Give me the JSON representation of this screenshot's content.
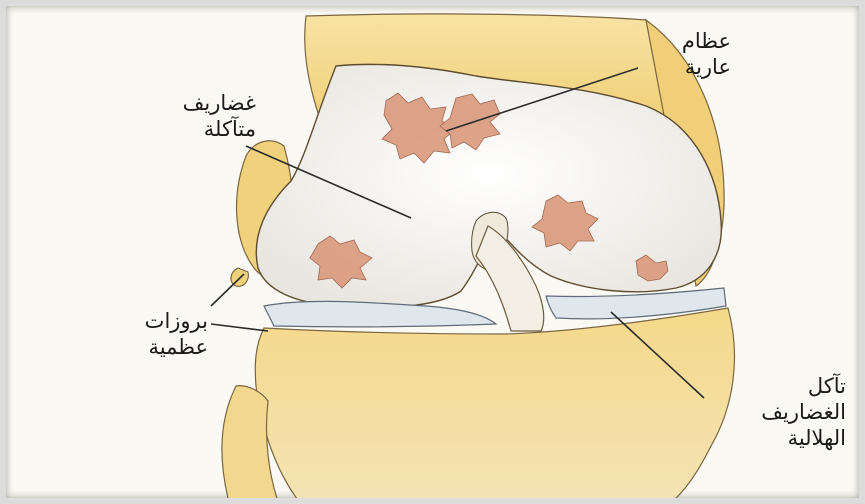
{
  "labels": {
    "bare_bone": [
      "عظام",
      "عارية"
    ],
    "eroded_cartilage": [
      "غضاريف",
      "متآكلة"
    ],
    "osteophytes": [
      "بروزات",
      "عظمية"
    ],
    "meniscus_erosion": [
      "تآكل",
      "الغضاريف",
      "الهلالية"
    ]
  },
  "colors": {
    "bone": "#f6dc8f",
    "bone_shadow": "#e6bf63",
    "cartilage": "#f3f1ec",
    "erosion": "#d99a7d",
    "outline": "#6d5a3a",
    "leader": "#2a2a2a"
  }
}
